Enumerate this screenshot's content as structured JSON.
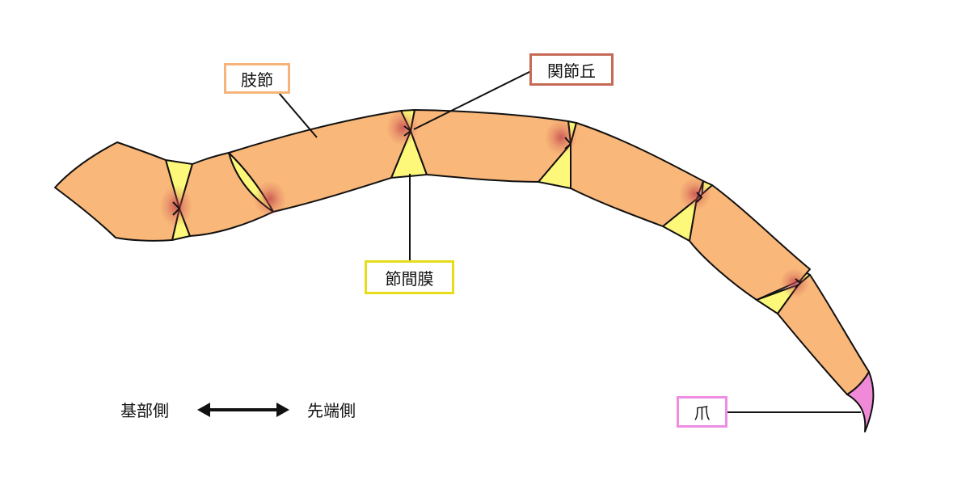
{
  "labels": {
    "segment": "肢節",
    "condyle": "関節丘",
    "membrane": "節間膜",
    "claw": "爪"
  },
  "direction": {
    "proximal": "基部側",
    "distal": "先端側"
  },
  "colors": {
    "segment_fill": "#f9b779",
    "membrane_fill": "#fdf77a",
    "claw_fill": "#f08ad8",
    "joint_glow": "#c0404a",
    "segment_border": "#f7b47a",
    "condyle_border": "#c76a55",
    "membrane_border": "#e6dc18",
    "claw_border": "#ee8ee3"
  }
}
